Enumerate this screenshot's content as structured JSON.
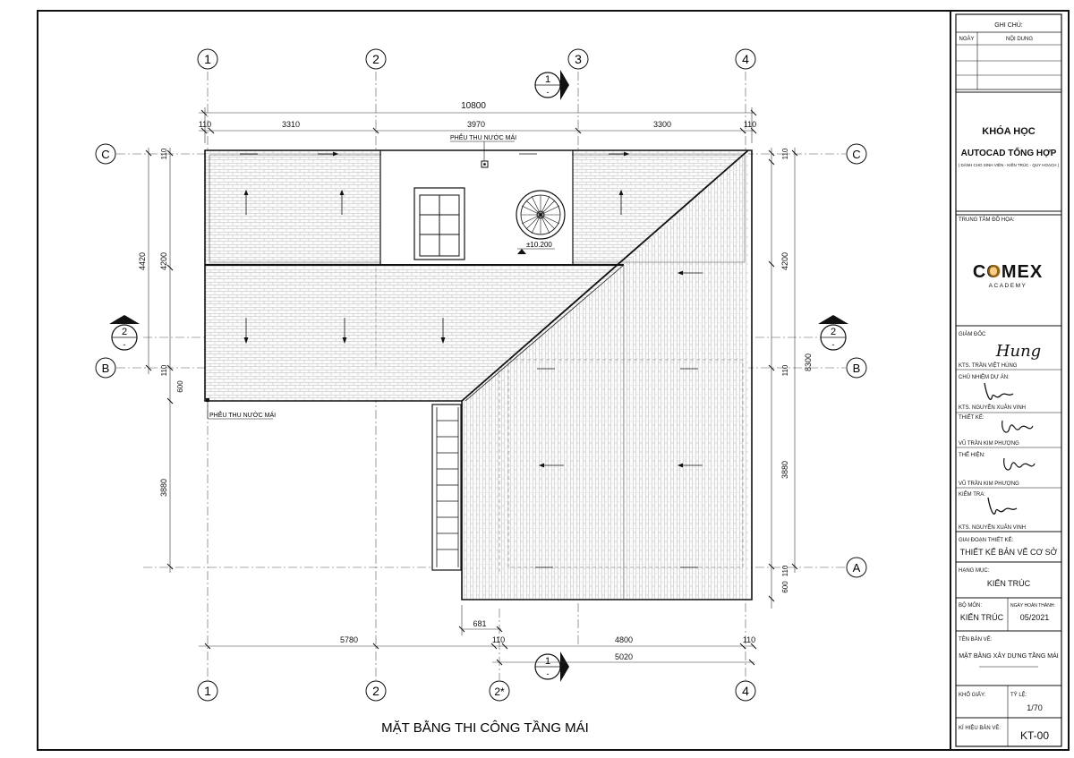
{
  "drawing": {
    "title": "MẶT BẰNG THI CÔNG TẦNG MÁI",
    "axes_top": [
      "1",
      "2",
      "3",
      "4"
    ],
    "axes_bottom": [
      "1",
      "2",
      "2*",
      "4"
    ],
    "axes_left": [
      "C",
      "B"
    ],
    "axes_right": [
      "C",
      "B",
      "A"
    ],
    "section_markers": {
      "top": {
        "num": "1",
        "sub": "-"
      },
      "bottom": {
        "num": "1",
        "sub": "-"
      },
      "left": {
        "num": "2",
        "sub": "-"
      },
      "right": {
        "num": "2",
        "sub": "-"
      }
    },
    "dims_top": {
      "total": "10800",
      "offset_left": "110",
      "seg1": "3310",
      "seg2": "3970",
      "seg3": "3300",
      "offset_right": "110"
    },
    "dims_bottom": {
      "seg_left": "5780",
      "small": "681",
      "offset1": "110",
      "seg_right": "4800",
      "offset2": "110",
      "total": "5020"
    },
    "dims_left": {
      "total": "4420",
      "seg": "4200",
      "top": "110",
      "mid": "110",
      "six": "600",
      "lower": "3880"
    },
    "dims_right": {
      "top": "110",
      "seg1": "4200",
      "total": "8300",
      "mid": "110",
      "seg2": "3880",
      "low": "110",
      "six": "600"
    },
    "labels": {
      "drain1": "PHỄU THU NƯỚC MÁI",
      "drain2": "PHỄU THU NƯỚC MÁI",
      "level": "±10.200"
    }
  },
  "titleblock": {
    "notes_header": "GHI CHÚ:",
    "col_date": "NGÀY",
    "col_content": "NỘI DUNG",
    "course_line1": "KHÓA HỌC",
    "course_line2": "AUTOCAD TỔNG HỢP",
    "course_sub": "( DÀNH CHO SINH VIÊN - KIẾN TRÚC - QUY HOẠCH )",
    "center_label": "TRUNG TÂM ĐỒ HỌA:",
    "logo_main": "COMEX",
    "logo_sub": "ACADEMY",
    "director_label": "GIÁM ĐỐC",
    "director_name": "KTS. TRẦN VIỆT HÙNG",
    "director_sig": "Hung",
    "lead_label": "CHỦ NHIỆM DỰ ÁN:",
    "lead_name": "KTS. NGUYỄN XUÂN VINH",
    "design_label": "THIẾT KẾ:",
    "design_name": "VŨ TRẦN KIM PHƯỢNG",
    "draw_label": "THỂ HIỆN:",
    "draw_name": "VŨ TRẦN KIM PHƯỢNG",
    "check_label": "KIỂM TRA:",
    "check_name": "KTS. NGUYỄN XUÂN VINH",
    "phase_label": "GIAI ĐOẠN THIẾT KẾ:",
    "phase_value": "THIẾT KẾ BẢN VẼ CƠ SỞ",
    "item_label": "HẠNG MỤC:",
    "item_value": "KIẾN TRÚC",
    "dept_label": "BỘ MÔN:",
    "dept_value": "KIẾN TRÚC",
    "date_label": "NGÀY HOÀN THÀNH:",
    "date_value": "05/2021",
    "sheet_name_label": "TÊN BẢN VẼ:",
    "sheet_name_value": "MẶT BẰNG XÂY DỰNG TẦNG MÁI",
    "paper_label": "KHỔ GIẤY:",
    "scale_label": "TỶ LỆ:",
    "scale_value": "1/70",
    "code_label": "KÍ HIỆU BẢN VẼ:",
    "code_value": "KT-00"
  },
  "colors": {
    "line": "#111111",
    "dim": "#333333",
    "tile": "#d8d8d8",
    "logo_dot": "#f5a623"
  }
}
